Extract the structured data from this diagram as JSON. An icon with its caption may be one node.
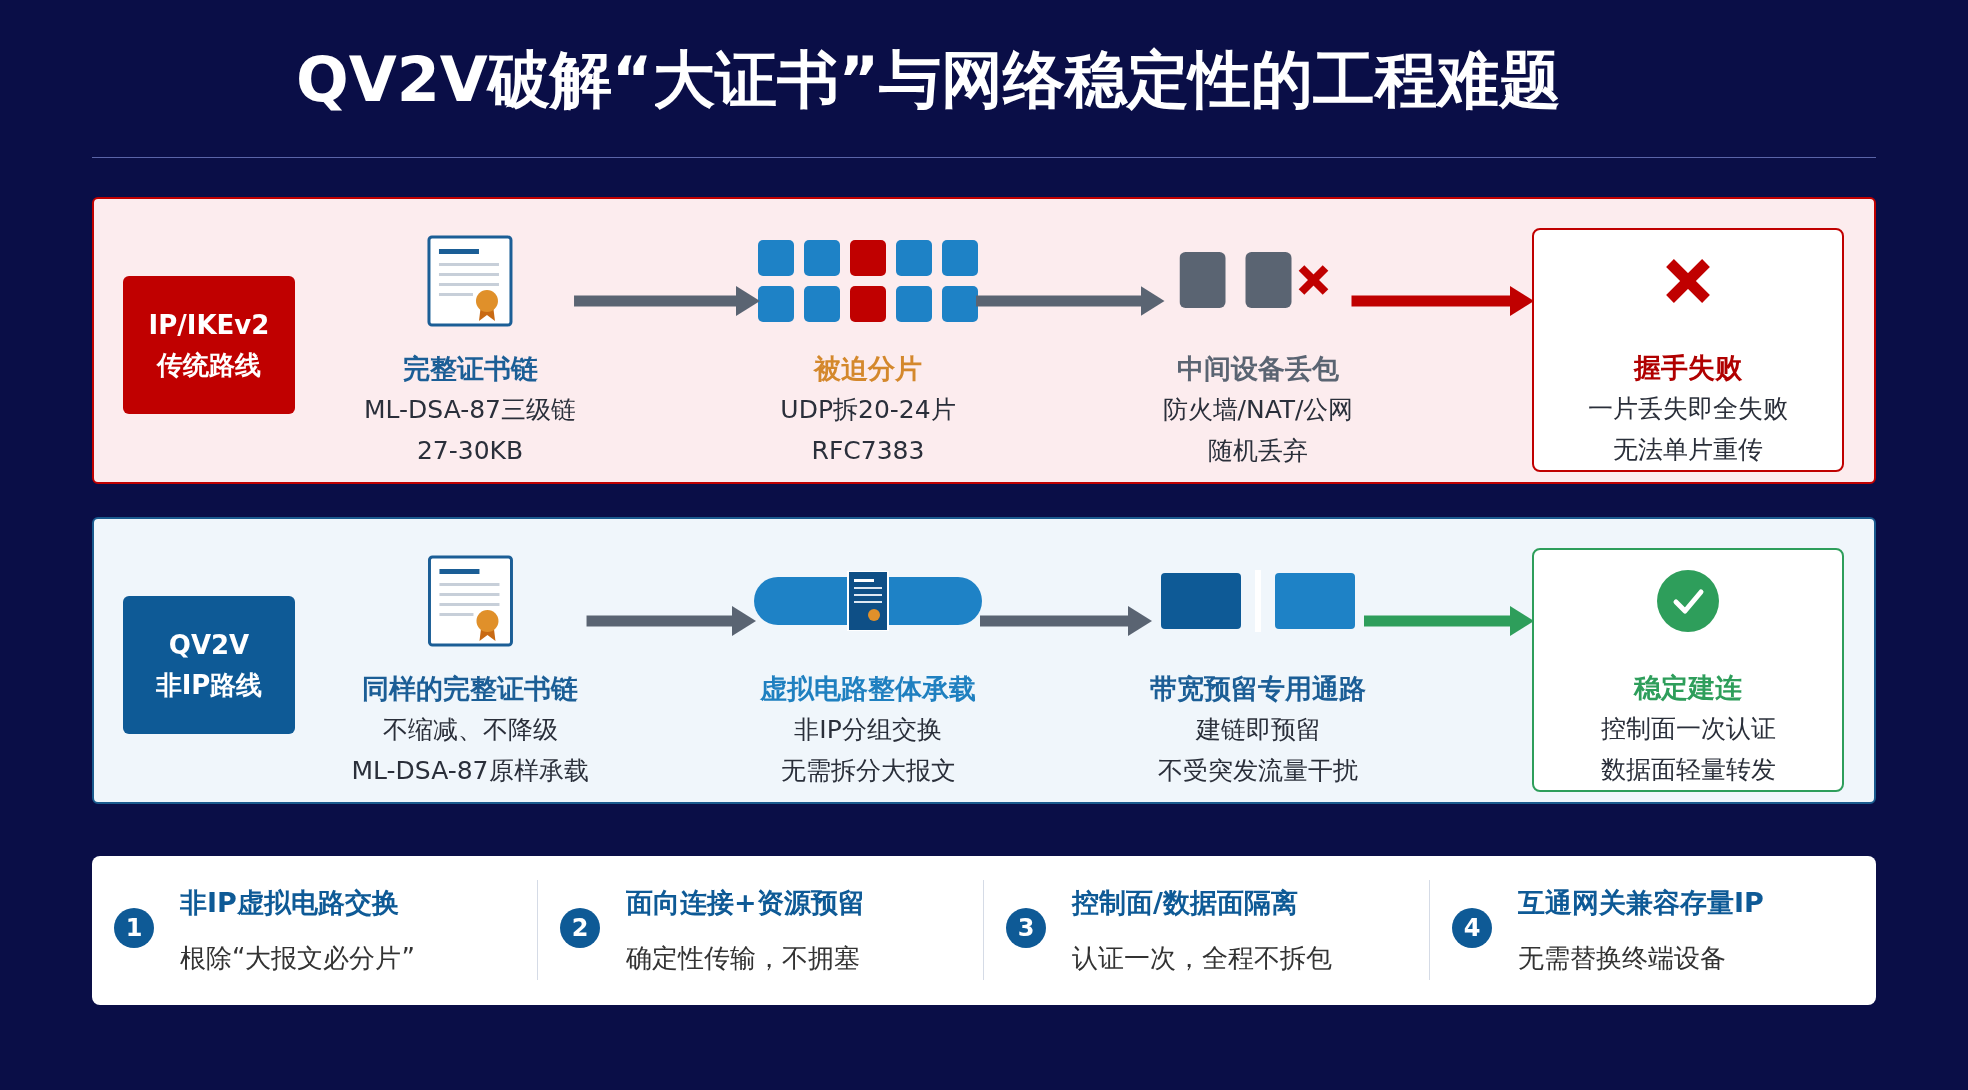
{
  "diagram": {
    "title": "QV2V破解“大证书”与网络稳定性的工程难题",
    "nodes": [
      {
        "text": [],
        "shape": "box"
      },
      {
        "text": [
          "IP/IKEv2 传统路线"
        ],
        "in": 0
      },
      {
        "text": [
          "完整证书链",
          "ML-DSA-87三级链",
          "27-30KB"
        ],
        "in": 0
      },
      {
        "text": [
          "被迫分片",
          "UDP拆20-24片",
          "RFC7383"
        ],
        "in": 0
      },
      {
        "text": [
          "中间设备丢包",
          "防火墙/NAT/公网",
          "随机丢弃"
        ],
        "in": 0
      },
      {
        "text": [
          "握手失败",
          "一片丢失即全失败",
          "无法单片重传"
        ],
        "in": 0
      },
      {
        "text": [],
        "shape": "box"
      },
      {
        "text": [
          "QV2V 非IP路线"
        ],
        "in": 6
      },
      {
        "text": [
          "同样的完整证书链",
          "不缩减、不降级",
          "ML-DSA-87原样承载"
        ],
        "in": 6
      },
      {
        "text": [
          "虚拟电路整体承载",
          "非IP分组交换",
          "无需拆分大报文"
        ],
        "in": 6
      },
      {
        "text": [
          "带宽预留专用通路",
          "建链即预留",
          "不受突发流量干扰"
        ],
        "in": 6
      },
      {
        "text": [
          "稳定建连",
          "控制面一次认证",
          "数据面轻量转发"
        ],
        "in": 6
      }
    ],
    "edges": [
      {
        "from": 2,
        "to": 3,
        "arrow": "to"
      },
      {
        "from": 3,
        "to": 4,
        "arrow": "to"
      },
      {
        "from": 4,
        "to": 5,
        "arrow": "to",
        "color": "#c00000"
      },
      {
        "from": 8,
        "to": 9,
        "arrow": "to"
      },
      {
        "from": 9,
        "to": 10,
        "arrow": "to"
      },
      {
        "from": 10,
        "to": 11,
        "arrow": "to",
        "color": "#2e9e5b"
      }
    ],
    "labels": [
      "1",
      "非IP虚拟电路交换",
      "根除“大报文必分片”",
      "2",
      "面向连接+资源预留",
      "确定性传输，不拥塞",
      "3",
      "控制面/数据面隔离",
      "认证一次，全程不拆包",
      "4",
      "互通网关兼容存量IP",
      "无需替换终端设备"
    ]
  }
}
